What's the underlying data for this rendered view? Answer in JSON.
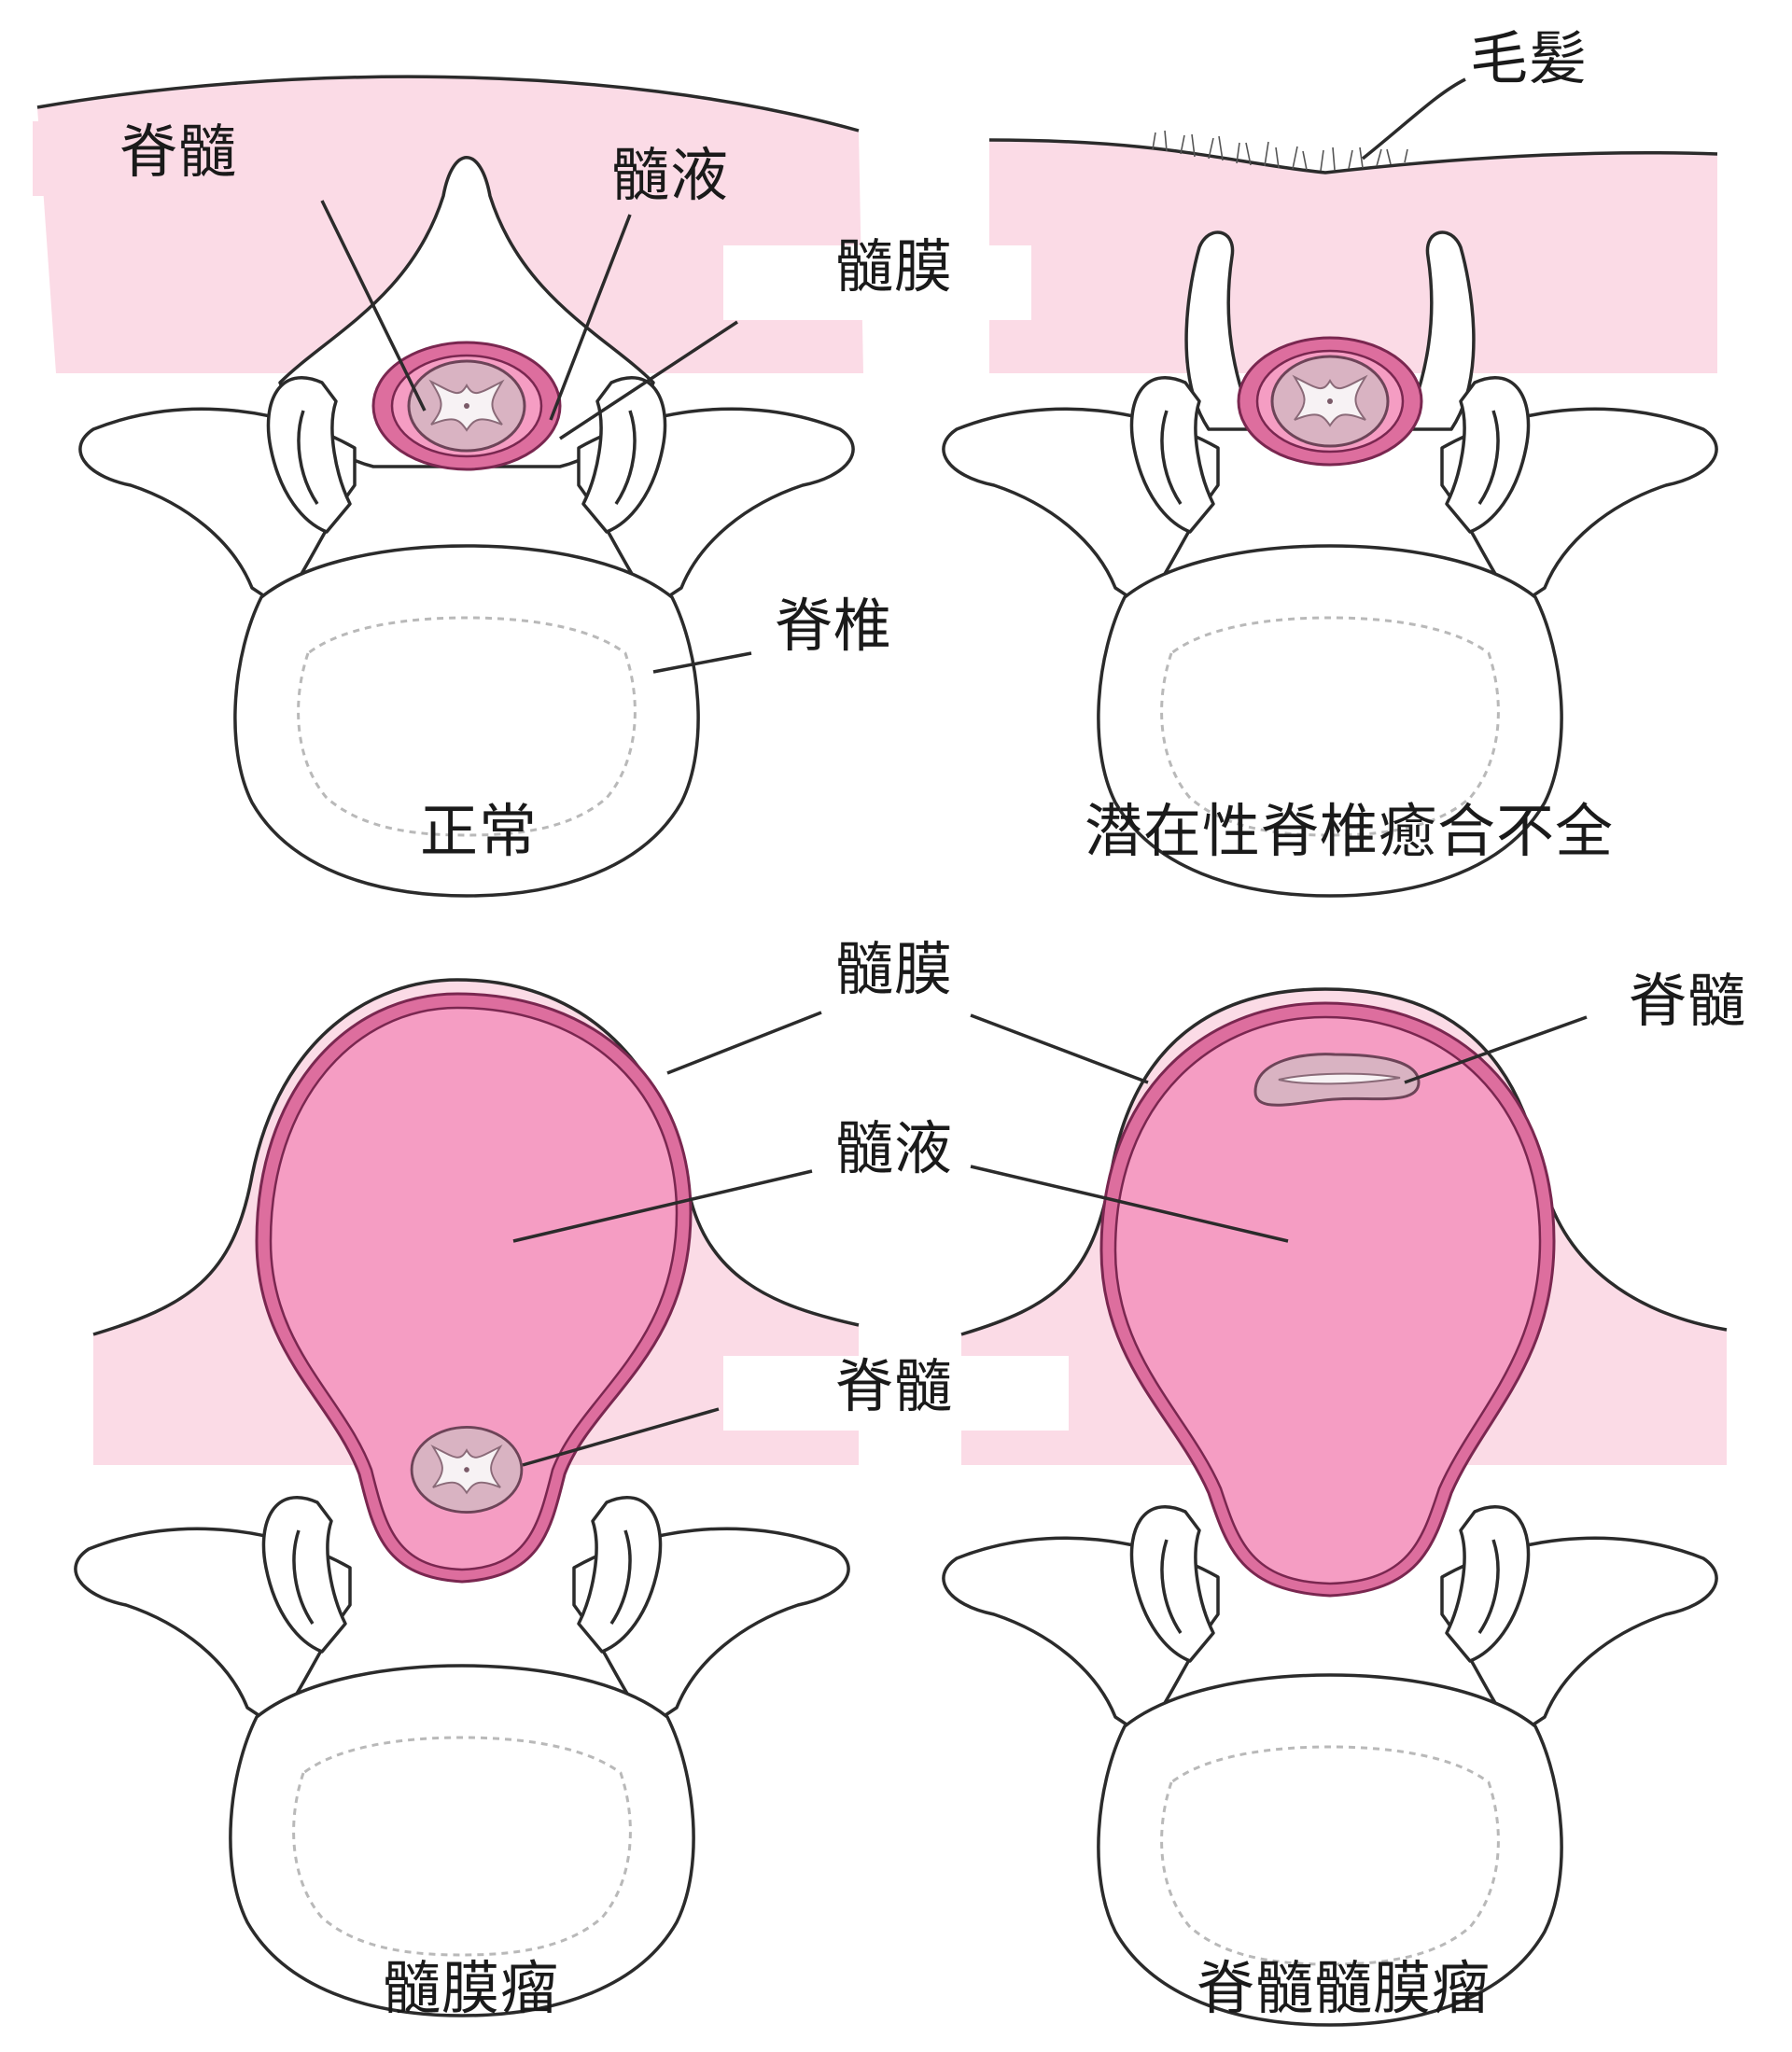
{
  "panels": {
    "normal": {
      "caption": "正常",
      "labels": {
        "spinal_cord": "脊髓",
        "csf": "髓液",
        "meninges": "髓膜",
        "vertebra": "脊椎"
      }
    },
    "occulta": {
      "caption": "潜在性脊椎癒合不全",
      "labels": {
        "hair": "毛髪"
      }
    },
    "meningocele": {
      "caption": "髓膜瘤",
      "labels": {
        "meninges": "髓膜",
        "csf": "髓液",
        "spinal_cord": "脊髓"
      }
    },
    "myelomeningocele": {
      "caption": "脊髓髓膜瘤",
      "labels": {
        "spinal_cord": "脊髓"
      }
    }
  },
  "colors": {
    "skin": "#fbdbe6",
    "dura": "#dd6e9e",
    "csf": "#f59dc3",
    "cord": "#d9b3c2",
    "bone": "#ffffff",
    "ink": "#2b2b2b"
  }
}
